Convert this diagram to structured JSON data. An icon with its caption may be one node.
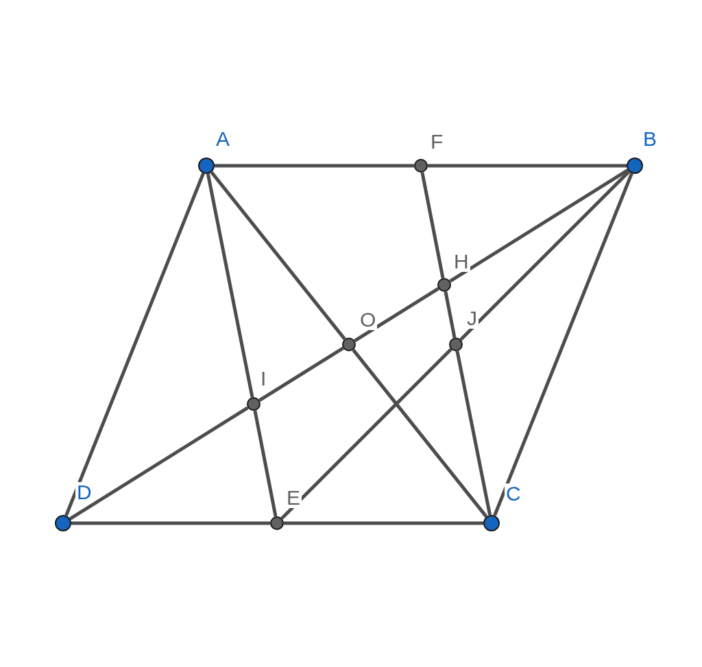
{
  "diagram": {
    "nodes": [
      {
        "text": [
          "A"
        ]
      },
      {
        "text": [
          "B"
        ]
      },
      {
        "text": [
          "F"
        ]
      },
      {
        "text": [
          "O"
        ]
      },
      {
        "text": [
          "H"
        ]
      },
      {
        "text": [
          "J"
        ]
      },
      {
        "text": [
          "I"
        ]
      },
      {
        "text": [
          "D"
        ]
      },
      {
        "text": [
          "E"
        ]
      },
      {
        "text": [
          "C"
        ]
      }
    ],
    "edges": [
      {
        "from": 0,
        "to": 2,
        "arrow": "none"
      },
      {
        "from": 2,
        "to": 1,
        "arrow": "none"
      },
      {
        "from": 7,
        "to": 8,
        "arrow": "none"
      },
      {
        "from": 8,
        "to": 9,
        "arrow": "none"
      },
      {
        "from": 0,
        "to": 7,
        "arrow": "none"
      },
      {
        "from": 1,
        "to": 9,
        "arrow": "none"
      },
      {
        "from": 0,
        "to": 6,
        "arrow": "none"
      },
      {
        "from": 6,
        "to": 8,
        "arrow": "none"
      },
      {
        "from": 0,
        "to": 3,
        "arrow": "none"
      },
      {
        "from": 3,
        "to": 9,
        "arrow": "none"
      },
      {
        "from": 7,
        "to": 6,
        "arrow": "none"
      },
      {
        "from": 6,
        "to": 3,
        "arrow": "none"
      },
      {
        "from": 3,
        "to": 4,
        "arrow": "none"
      },
      {
        "from": 4,
        "to": 1,
        "arrow": "none"
      },
      {
        "from": 2,
        "to": 4,
        "arrow": "none"
      },
      {
        "from": 4,
        "to": 5,
        "arrow": "none"
      },
      {
        "from": 5,
        "to": 9,
        "arrow": "none"
      },
      {
        "from": 8,
        "to": 5,
        "arrow": "none"
      },
      {
        "from": 5,
        "to": 1,
        "arrow": "none"
      }
    ]
  }
}
